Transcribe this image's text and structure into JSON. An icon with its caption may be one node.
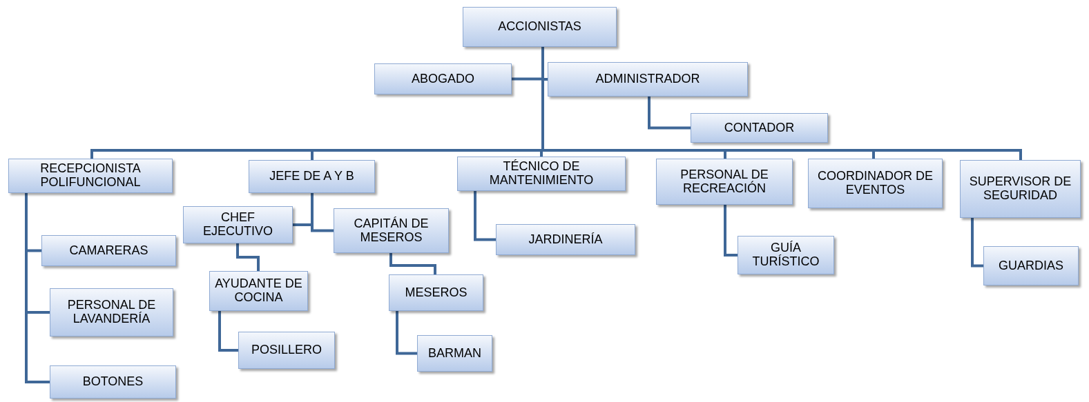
{
  "diagram": {
    "nodes": [
      {
        "text": [
          "ACCIONISTAS"
        ]
      },
      {
        "text": [
          "ABOGADO"
        ]
      },
      {
        "text": [
          "ADMINISTRADOR"
        ]
      },
      {
        "text": [
          "CONTADOR"
        ]
      },
      {
        "text": [
          "RECEPCIONISTA POLIFUNCIONAL"
        ]
      },
      {
        "text": [
          "JEFE DE A Y B"
        ]
      },
      {
        "text": [
          "TÉCNICO DE MANTENIMIENTO"
        ]
      },
      {
        "text": [
          "PERSONAL DE RECREACIÓN"
        ]
      },
      {
        "text": [
          "COORDINADOR DE EVENTOS"
        ]
      },
      {
        "text": [
          "SUPERVISOR DE SEGURIDAD"
        ]
      },
      {
        "text": [
          "CAMARERAS"
        ]
      },
      {
        "text": [
          "PERSONAL DE LAVANDERÍA"
        ]
      },
      {
        "text": [
          "BOTONES"
        ]
      },
      {
        "text": [
          "CHEF EJECUTIVO"
        ]
      },
      {
        "text": [
          "CAPITÁN DE MESEROS"
        ]
      },
      {
        "text": [
          "AYUDANTE DE COCINA"
        ]
      },
      {
        "text": [
          "MESEROS"
        ]
      },
      {
        "text": [
          "POSILLERO"
        ]
      },
      {
        "text": [
          "BARMAN"
        ]
      },
      {
        "text": [
          "JARDINERÍA"
        ]
      },
      {
        "text": [
          "GUÍA TURÍSTICO"
        ]
      },
      {
        "text": [
          "GUARDIAS"
        ]
      }
    ],
    "edges": [
      {
        "from": 0,
        "to": 1,
        "arrow": "none"
      },
      {
        "from": 0,
        "to": 2,
        "arrow": "none"
      },
      {
        "from": 2,
        "to": 3,
        "arrow": "none"
      },
      {
        "from": 0,
        "to": 4,
        "arrow": "none"
      },
      {
        "from": 0,
        "to": 5,
        "arrow": "none"
      },
      {
        "from": 0,
        "to": 6,
        "arrow": "none"
      },
      {
        "from": 0,
        "to": 7,
        "arrow": "none"
      },
      {
        "from": 0,
        "to": 8,
        "arrow": "none"
      },
      {
        "from": 0,
        "to": 9,
        "arrow": "none"
      },
      {
        "from": 4,
        "to": 10,
        "arrow": "none"
      },
      {
        "from": 4,
        "to": 11,
        "arrow": "none"
      },
      {
        "from": 4,
        "to": 12,
        "arrow": "none"
      },
      {
        "from": 5,
        "to": 13,
        "arrow": "none"
      },
      {
        "from": 5,
        "to": 14,
        "arrow": "none"
      },
      {
        "from": 13,
        "to": 15,
        "arrow": "none"
      },
      {
        "from": 15,
        "to": 17,
        "arrow": "none"
      },
      {
        "from": 14,
        "to": 16,
        "arrow": "none"
      },
      {
        "from": 16,
        "to": 18,
        "arrow": "none"
      },
      {
        "from": 6,
        "to": 19,
        "arrow": "none"
      },
      {
        "from": 7,
        "to": 20,
        "arrow": "none"
      },
      {
        "from": 9,
        "to": 21,
        "arrow": "none"
      }
    ]
  }
}
